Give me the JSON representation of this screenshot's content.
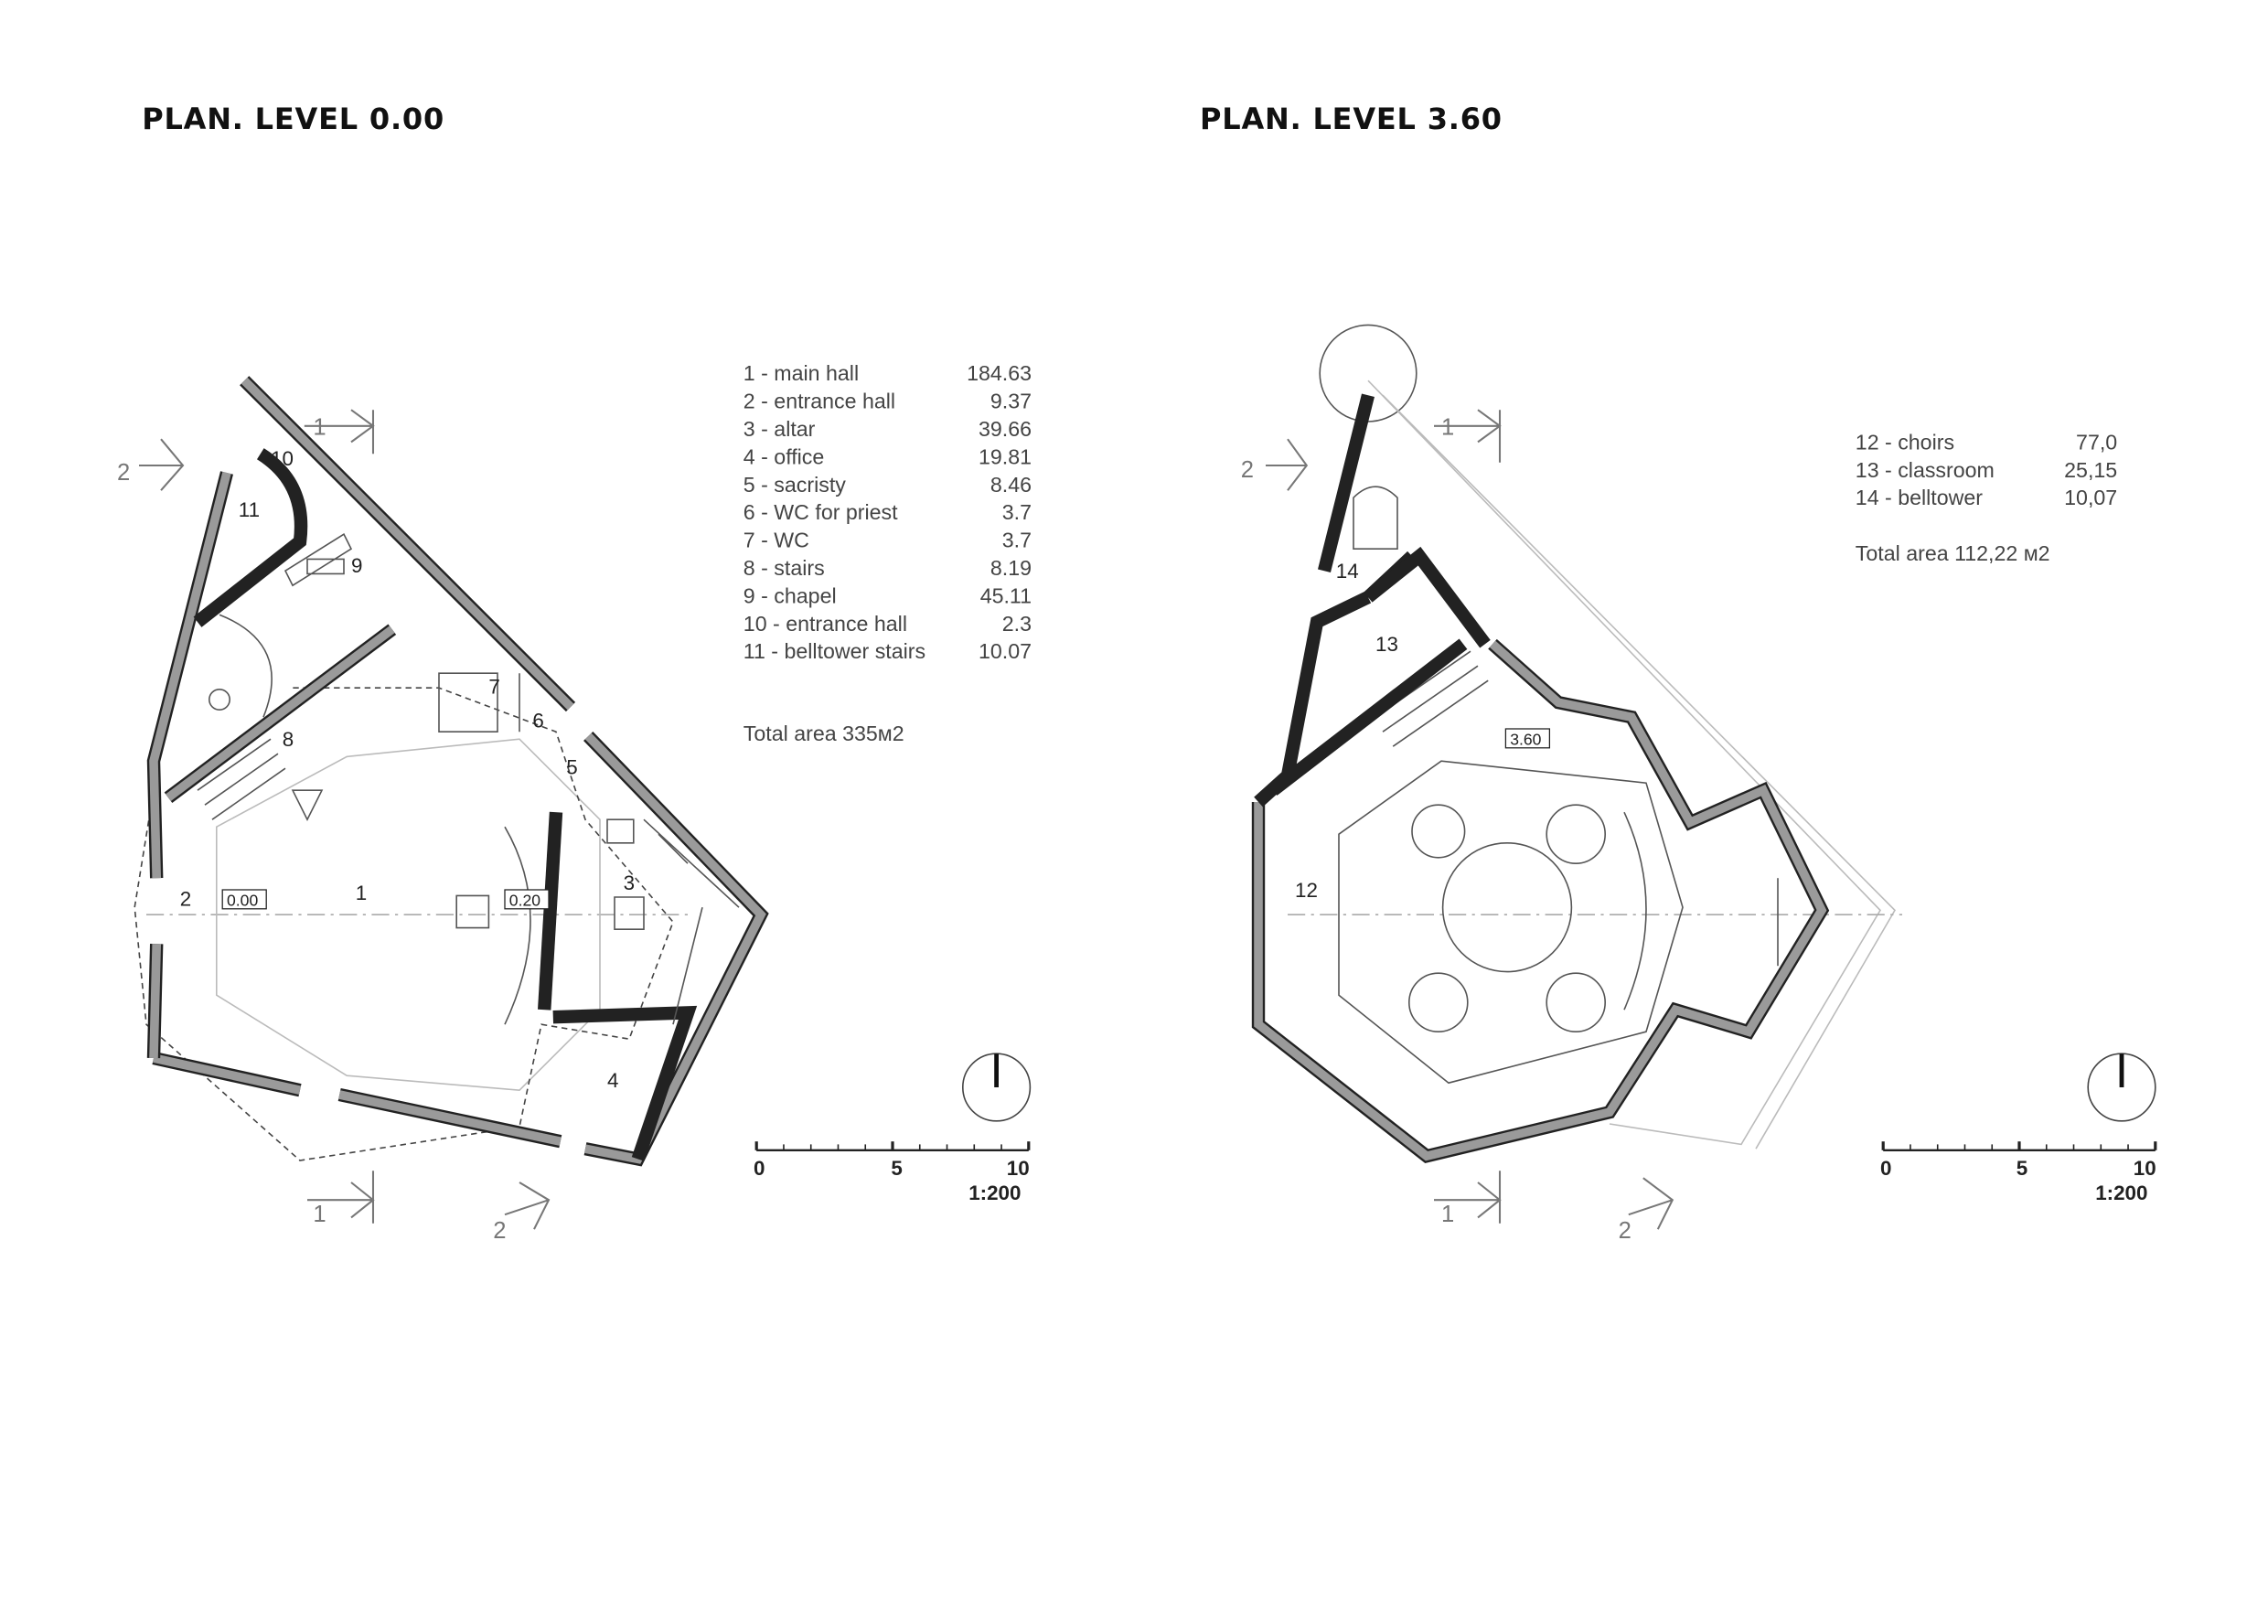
{
  "plans": [
    {
      "title": "PLAN. LEVEL 0.00",
      "legend": [
        {
          "label": "1 - main hall",
          "area": "184.63"
        },
        {
          "label": "2 - entrance hall",
          "area": "9.37"
        },
        {
          "label": "3 - altar",
          "area": "39.66"
        },
        {
          "label": "4 - office",
          "area": "19.81"
        },
        {
          "label": "5 - sacristy",
          "area": "8.46"
        },
        {
          "label": "6 - WC for priest",
          "area": "3.7"
        },
        {
          "label": "7 - WC",
          "area": "3.7"
        },
        {
          "label": "8 - stairs",
          "area": "8.19"
        },
        {
          "label": "9 - chapel",
          "area": "45.11"
        },
        {
          "label": "10 - entrance hall",
          "area": "2.3"
        },
        {
          "label": "11 - belltower stairs",
          "area": "10.07"
        }
      ],
      "total": "Total area 335м2",
      "rooms": [
        "1",
        "2",
        "3",
        "4",
        "5",
        "6",
        "7",
        "8",
        "9",
        "10",
        "11"
      ],
      "levels": [
        "0.00",
        "0.20"
      ],
      "sections": [
        "1",
        "2",
        "1",
        "2"
      ]
    },
    {
      "title": "PLAN. LEVEL 3.60",
      "legend": [
        {
          "label": "12 - choirs",
          "area": "77,0"
        },
        {
          "label": "13 - classroom",
          "area": "25,15"
        },
        {
          "label": "14 - belltower",
          "area": "10,07"
        }
      ],
      "total": "Total area 112,22 м2",
      "rooms": [
        "12",
        "13",
        "14"
      ],
      "levels": [
        "3.60"
      ],
      "sections": [
        "1",
        "2",
        "1",
        "2"
      ]
    }
  ],
  "scale_bar": {
    "ticks": [
      "0",
      "5",
      "10"
    ],
    "ratio": "1:200"
  }
}
